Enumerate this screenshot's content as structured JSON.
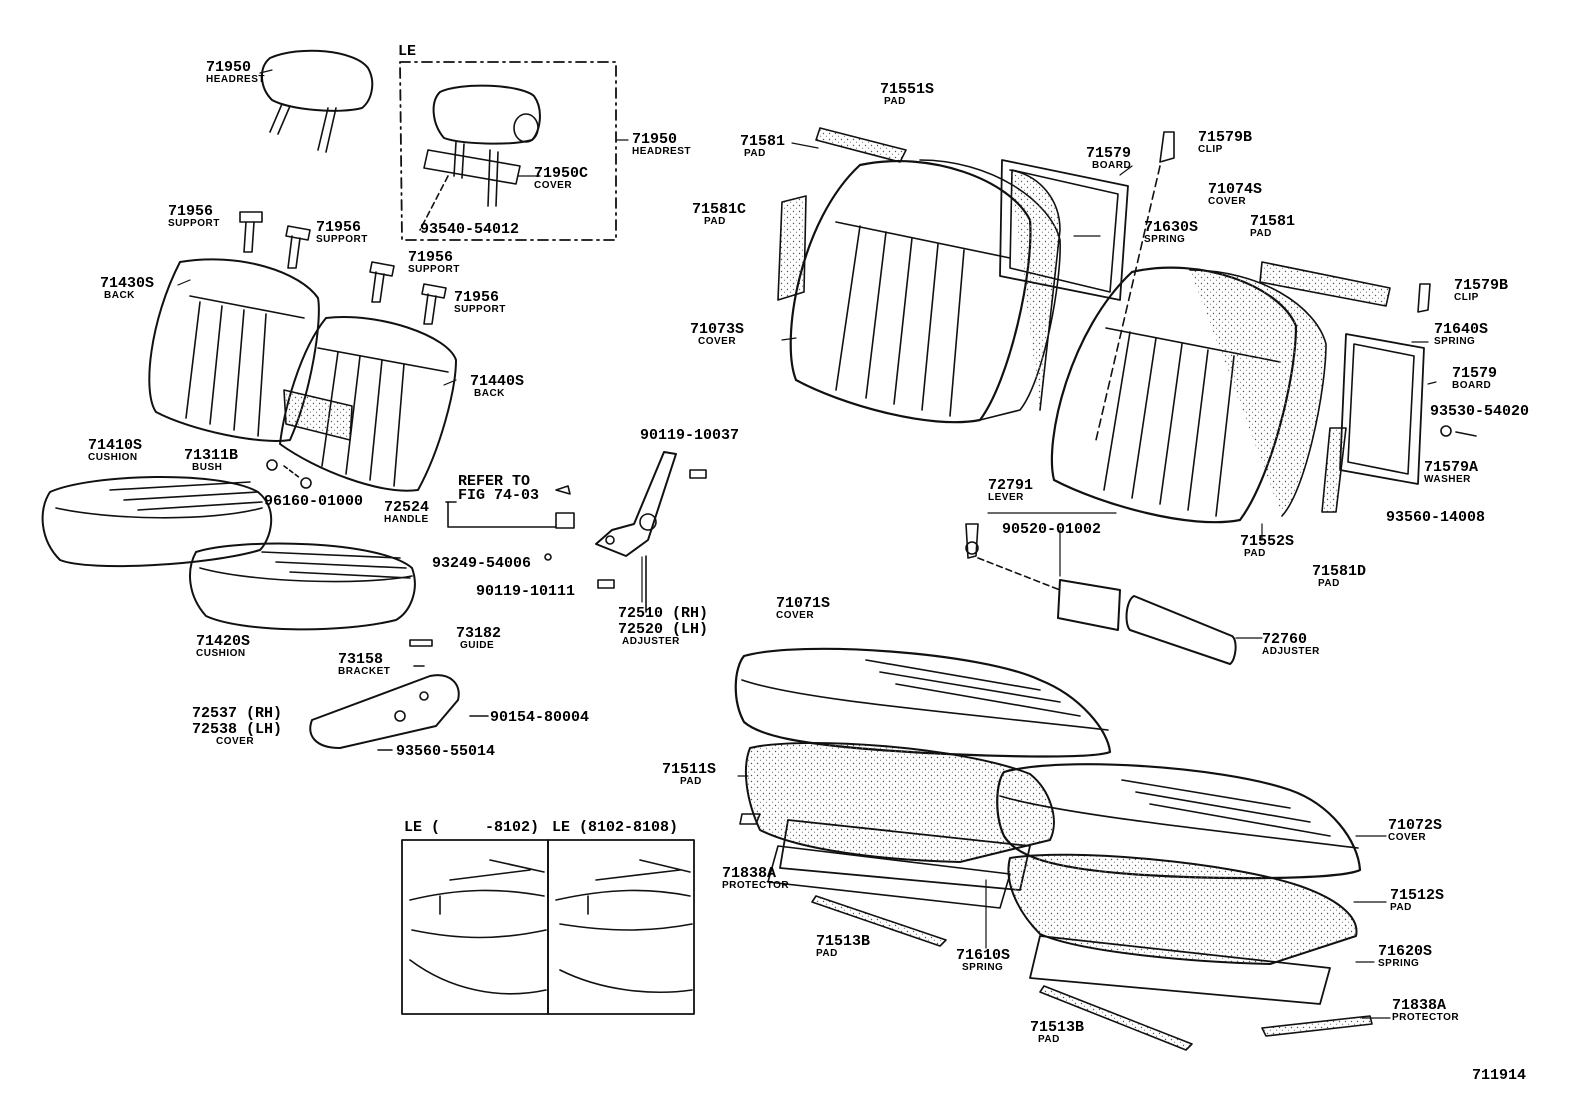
{
  "labels": [
    {
      "id": "l01",
      "code": "71950",
      "name": "HEADREST"
    },
    {
      "id": "l02",
      "code": "LE",
      "name": ""
    },
    {
      "id": "l03",
      "code": "71950",
      "name": "HEADREST"
    },
    {
      "id": "l04",
      "code": "71950C",
      "name": "COVER"
    },
    {
      "id": "l05",
      "code": "93540-54012",
      "name": ""
    },
    {
      "id": "l06",
      "code": "71956",
      "name": "SUPPORT"
    },
    {
      "id": "l07",
      "code": "71956",
      "name": "SUPPORT"
    },
    {
      "id": "l08",
      "code": "71956",
      "name": "SUPPORT"
    },
    {
      "id": "l09",
      "code": "71956",
      "name": "SUPPORT"
    },
    {
      "id": "l10",
      "code": "71430S",
      "name": "BACK"
    },
    {
      "id": "l11",
      "code": "71440S",
      "name": "BACK"
    },
    {
      "id": "l12",
      "code": "71410S",
      "name": "CUSHION"
    },
    {
      "id": "l13",
      "code": "71311B",
      "name": "BUSH"
    },
    {
      "id": "l14",
      "code": "96160-01000",
      "name": ""
    },
    {
      "id": "l15",
      "code": "REFER TO",
      "name": ""
    },
    {
      "id": "l16",
      "code": "FIG 74-03",
      "name": ""
    },
    {
      "id": "l17",
      "code": "72524",
      "name": "HANDLE"
    },
    {
      "id": "l18",
      "code": "90119-10037",
      "name": ""
    },
    {
      "id": "l19",
      "code": "93249-54006",
      "name": ""
    },
    {
      "id": "l20",
      "code": "90119-10111",
      "name": ""
    },
    {
      "id": "l21",
      "code": "72510 (RH)",
      "name": ""
    },
    {
      "id": "l22",
      "code": "72520 (LH)",
      "name": "ADJUSTER"
    },
    {
      "id": "l23",
      "code": "71420S",
      "name": "CUSHION"
    },
    {
      "id": "l24",
      "code": "73182",
      "name": "GUIDE"
    },
    {
      "id": "l25",
      "code": "73158",
      "name": "BRACKET"
    },
    {
      "id": "l26",
      "code": "72537 (RH)",
      "name": ""
    },
    {
      "id": "l27",
      "code": "72538 (LH)",
      "name": "COVER"
    },
    {
      "id": "l28",
      "code": "90154-80004",
      "name": ""
    },
    {
      "id": "l29",
      "code": "93560-55014",
      "name": ""
    },
    {
      "id": "l30",
      "code": "LE (     -8102)",
      "name": ""
    },
    {
      "id": "l31",
      "code": "LE (8102-8108)",
      "name": ""
    },
    {
      "id": "l32",
      "code": "71551S",
      "name": "PAD"
    },
    {
      "id": "l33",
      "code": "71581",
      "name": "PAD"
    },
    {
      "id": "l34",
      "code": "71581C",
      "name": "PAD"
    },
    {
      "id": "l35",
      "code": "71073S",
      "name": "COVER"
    },
    {
      "id": "l36",
      "code": "71579",
      "name": "BOARD"
    },
    {
      "id": "l37",
      "code": "71579B",
      "name": "CLIP"
    },
    {
      "id": "l38",
      "code": "71630S",
      "name": "SPRING"
    },
    {
      "id": "l39",
      "code": "71074S",
      "name": "COVER"
    },
    {
      "id": "l40",
      "code": "71581",
      "name": "PAD"
    },
    {
      "id": "l41",
      "code": "71579B",
      "name": "CLIP"
    },
    {
      "id": "l42",
      "code": "71640S",
      "name": "SPRING"
    },
    {
      "id": "l43",
      "code": "71579",
      "name": "BOARD"
    },
    {
      "id": "l44",
      "code": "93530-54020",
      "name": ""
    },
    {
      "id": "l45",
      "code": "71579A",
      "name": "WASHER"
    },
    {
      "id": "l46",
      "code": "93560-14008",
      "name": ""
    },
    {
      "id": "l47",
      "code": "71552S",
      "name": "PAD"
    },
    {
      "id": "l48",
      "code": "71581D",
      "name": "PAD"
    },
    {
      "id": "l49",
      "code": "72791",
      "name": "LEVER"
    },
    {
      "id": "l50",
      "code": "90520-01002",
      "name": ""
    },
    {
      "id": "l51",
      "code": "72760",
      "name": "ADJUSTER"
    },
    {
      "id": "l52",
      "code": "71071S",
      "name": "COVER"
    },
    {
      "id": "l53",
      "code": "71511S",
      "name": "PAD"
    },
    {
      "id": "l54",
      "code": "71838A",
      "name": "PROTECTOR"
    },
    {
      "id": "l55",
      "code": "71513B",
      "name": "PAD"
    },
    {
      "id": "l56",
      "code": "71610S",
      "name": "SPRING"
    },
    {
      "id": "l57",
      "code": "71072S",
      "name": "COVER"
    },
    {
      "id": "l58",
      "code": "71512S",
      "name": "PAD"
    },
    {
      "id": "l59",
      "code": "71620S",
      "name": "SPRING"
    },
    {
      "id": "l60",
      "code": "71838A",
      "name": "PROTECTOR"
    },
    {
      "id": "l61",
      "code": "71513B",
      "name": "PAD"
    },
    {
      "id": "l62",
      "code": "711914",
      "name": ""
    }
  ]
}
